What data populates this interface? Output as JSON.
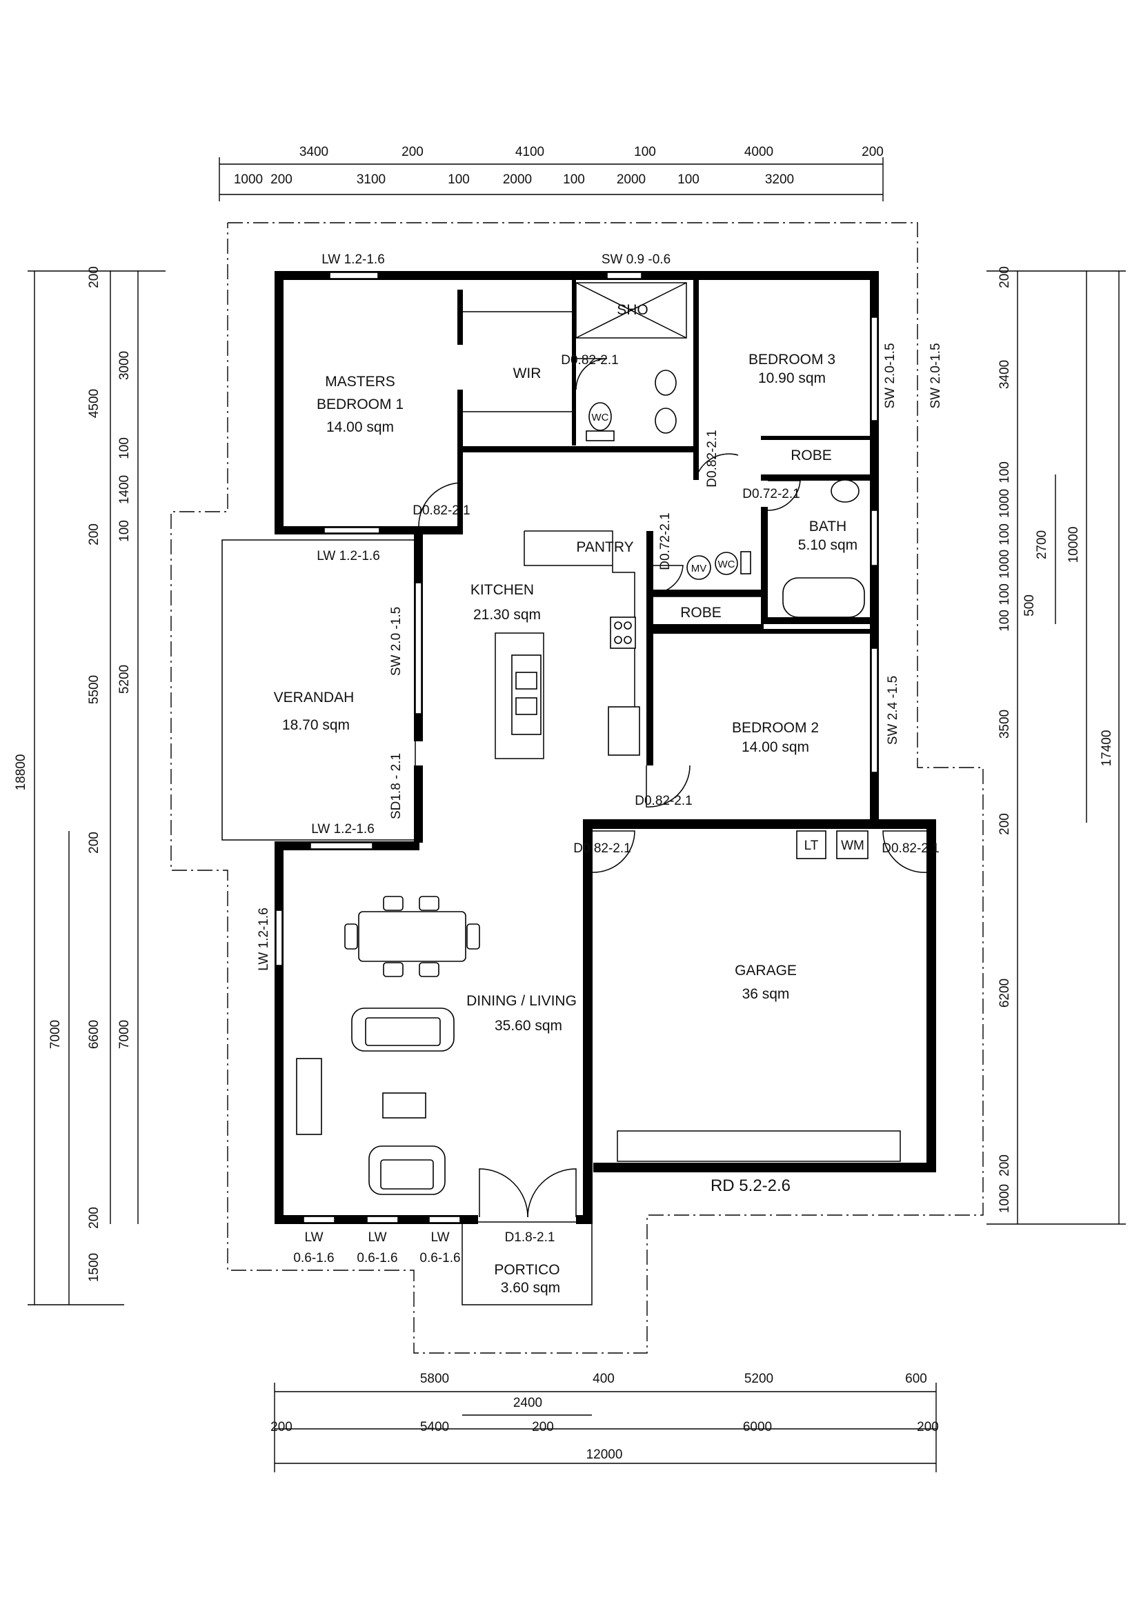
{
  "rooms": {
    "masters": {
      "name1": "MASTERS",
      "name2": "BEDROOM 1",
      "area": "14.00 sqm"
    },
    "wir": {
      "name": "WIR"
    },
    "sho": {
      "name": "SHO"
    },
    "bedroom3": {
      "name": "BEDROOM 3",
      "area": "10.90 sqm"
    },
    "robe_upper": {
      "name": "ROBE"
    },
    "bath": {
      "name": "BATH",
      "area": "5.10 sqm"
    },
    "pantry": {
      "name": "PANTRY"
    },
    "kitchen": {
      "name": "KITCHEN",
      "area": "21.30 sqm"
    },
    "robe_lower": {
      "name": "ROBE"
    },
    "bedroom2": {
      "name": "BEDROOM 2",
      "area": "14.00 sqm"
    },
    "verandah": {
      "name": "VERANDAH",
      "area": "18.70 sqm"
    },
    "dining": {
      "name": "DINING / LIVING",
      "area": "35.60 sqm"
    },
    "garage": {
      "name": "GARAGE",
      "area": "36 sqm"
    },
    "portico": {
      "name": "PORTICO",
      "area": "3.60 sqm"
    }
  },
  "fixtures": {
    "lt": "LT",
    "wm": "WM",
    "mv": "MV",
    "wc_ens": "WC",
    "wc_ldry": "WC"
  },
  "openings": {
    "lw_masters_top": "LW 1.2-1.6",
    "sw_ens_top": "SW 0.9 -0.6",
    "d_ens": "D0.82-2.1",
    "sw_bed3_right": "SW 2.0-1.5",
    "sw_outer_right": "SW 2.0-1.5",
    "d_bed3": "D0.82-2.1",
    "d_bath": "D0.72-2.1",
    "d_masters": "D0.82-2.1",
    "lw_masters_bottom": "LW 1.2-1.6",
    "d_wc": "D0.72-2.1",
    "sw_verandah": "SW 2.0 -1.5",
    "sw_bed2": "SW 2.4 -1.5",
    "sd_verandah": "SD1.8 - 2.1",
    "d_bed2": "D0.82-2.1",
    "lw_dining_top": "LW 1.2-1.6",
    "d_garage_left": "D0.82-2.1",
    "d_garage_right": "D0.82-2.1",
    "lw_dining_left": "LW 1.2-1.6",
    "rd_garage": "RD 5.2-2.6",
    "lw_front_1a": "LW",
    "lw_front_1b": "0.6-1.6",
    "lw_front_2a": "LW",
    "lw_front_2b": "0.6-1.6",
    "lw_front_3a": "LW",
    "lw_front_3b": "0.6-1.6",
    "d_portico": "D1.8-2.1"
  },
  "dims_top": {
    "r1": [
      "3400",
      "200",
      "4100",
      "100",
      "4000",
      "200"
    ],
    "r2": [
      "1000",
      "200",
      "3100",
      "100",
      "2000",
      "100",
      "2000",
      "100",
      "3200"
    ]
  },
  "dims_bottom": {
    "r1": [
      "5800",
      "400",
      "5200",
      "600"
    ],
    "r2": [
      "2400"
    ],
    "r3": [
      "200",
      "5400",
      "200",
      "6000",
      "200"
    ],
    "r4": [
      "12000"
    ]
  },
  "dims_left": {
    "c1": [
      "18800"
    ],
    "c2": [
      "7000",
      "1500"
    ],
    "c3": [
      "200",
      "4500",
      "200",
      "5500",
      "200",
      "6600",
      "200"
    ],
    "c4": [
      "3000",
      "100",
      "1400",
      "100",
      "5200",
      "7000"
    ]
  },
  "dims_right": {
    "c1": [
      "200",
      "3400",
      "100",
      "1000",
      "100",
      "1000",
      "100",
      "100",
      "3500",
      "200",
      "6200",
      "200",
      "1000"
    ],
    "c2": [
      "2700",
      "500"
    ],
    "c3": [
      "10000"
    ],
    "c4": [
      "17400"
    ]
  }
}
